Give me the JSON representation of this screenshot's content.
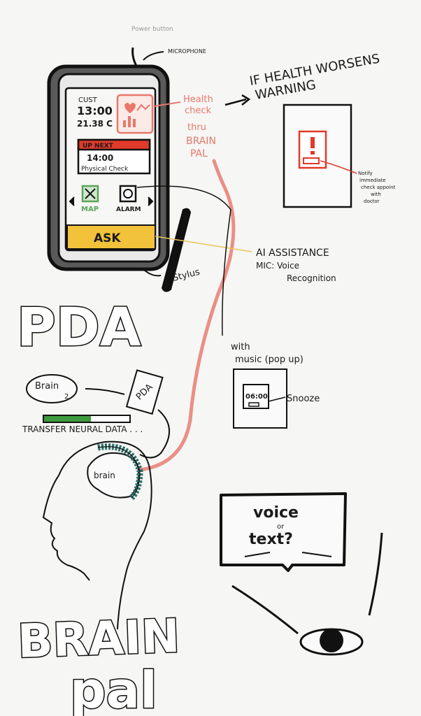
{
  "phone": {
    "power_label": "Power button",
    "mic_label": "MICROPHONE",
    "user": "CUST",
    "time": "13:00",
    "temp": "21.38 C",
    "up_next_title": "UP NEXT",
    "up_next_time": "14:00",
    "up_next_event": "Physical Check",
    "map_label": "MAP",
    "alarm_label": "ALARM",
    "ask_label": "ASK",
    "stylus_label": "Stylus"
  },
  "health": {
    "line1": "Health",
    "line2": "check",
    "line3": "thru",
    "line4": "BRAIN",
    "line5": "PAL"
  },
  "warning": {
    "title_line1": "IF HEALTH WORSENS",
    "title_line2": "WARNING",
    "notify_line1": "Notify",
    "notify_line2": "immediate",
    "notify_line3": "check appoint",
    "notify_line4": "with",
    "notify_line5": "doctor"
  },
  "ai": {
    "line1": "AI ASSISTANCE",
    "line2": "MIC: Voice",
    "line3": "Recognition"
  },
  "big_title": "PDA",
  "alarm_popup": {
    "caption_line1": "with",
    "caption_line2": "music (pop up)",
    "time": "06:00",
    "snooze": "Snooze"
  },
  "transfer": {
    "brain2_line1": "Brain",
    "brain2_line2": "2",
    "pda_tag": "PDA",
    "label": "TRANSFER NEURAL DATA . . .",
    "progress": 0.55
  },
  "head": {
    "brain_label": "brain"
  },
  "screen": {
    "line1": "voice",
    "line2": "or",
    "line3": "text?"
  },
  "logo": {
    "line1": "BRAIN",
    "line2": "pal"
  },
  "colors": {
    "accent_red": "#e8786c",
    "alert_red": "#e03a2a",
    "ask_yellow": "#f2c23a",
    "map_green": "#5ba55a",
    "progress_green": "#3e9a3e",
    "band_teal": "#2b6f6a"
  }
}
